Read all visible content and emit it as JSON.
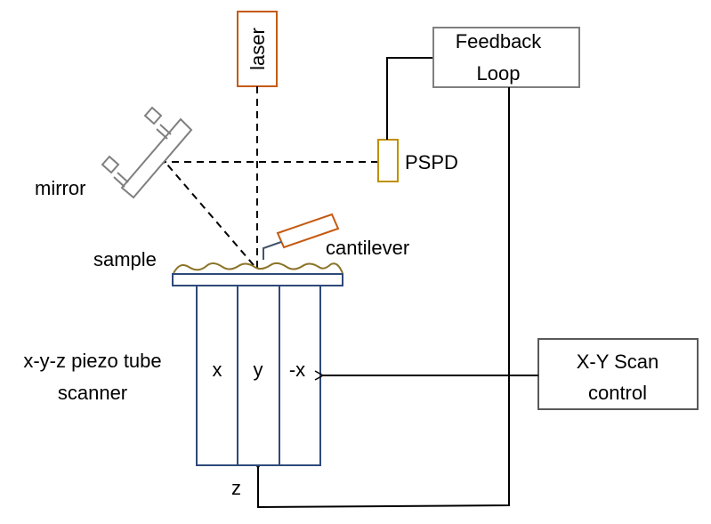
{
  "title": "AFM schematic",
  "components": {
    "laser": {
      "label": "laser",
      "color": "#C55A11"
    },
    "feedback_loop": {
      "line1": "Feedback",
      "line2": "Loop",
      "color": "#7F7F7F"
    },
    "pspd": {
      "label": "PSPD",
      "color": "#BF9000"
    },
    "mirror": {
      "label": "mirror",
      "color": "#7F7F7F"
    },
    "cantilever": {
      "label": "cantilever",
      "color": "#C55A11",
      "tip_color": "#44546A"
    },
    "sample": {
      "label": "sample",
      "surface_color": "#8B7328",
      "plate_color": "#2F4A7A"
    },
    "scanner": {
      "label_line1": "x-y-z piezo tube",
      "label_line2": "scanner",
      "columns": [
        "x",
        "y",
        "-x"
      ],
      "z_label": "z",
      "color": "#2F4A7A"
    },
    "xy_scan_control": {
      "line1": "X-Y Scan",
      "line2": "control",
      "color": "#595959"
    }
  }
}
